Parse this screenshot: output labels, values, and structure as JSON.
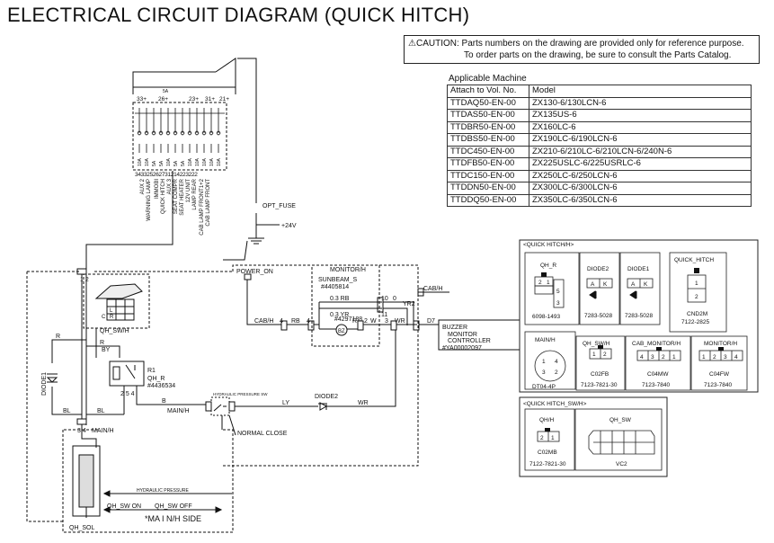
{
  "title": "ELECTRICAL CIRCUIT DIAGRAM (QUICK HITCH)",
  "caution": {
    "line1": "CAUTION: Parts numbers on the drawing are provided only for reference purpose.",
    "line2": "To order parts on the drawing, be sure to consult the Parts Catalog."
  },
  "applicable": {
    "title": "Applicable Machine",
    "headers": [
      "Attach to Vol. No.",
      "Model"
    ],
    "rows": [
      [
        "TTDAQ50-EN-00",
        "ZX130-6/130LCN-6"
      ],
      [
        "TTDAS50-EN-00",
        "ZX135US-6"
      ],
      [
        "TTDBR50-EN-00",
        "ZX160LC-6"
      ],
      [
        "TTDBS50-EN-00",
        "ZX190LC-6/190LCN-6"
      ],
      [
        "TTDC450-EN-00",
        "ZX210-6/210LC-6/210LCN-6/240N-6"
      ],
      [
        "TTDFB50-EN-00",
        "ZX225USLC-6/225USRLC-6"
      ],
      [
        "TTDC150-EN-00",
        "ZX250LC-6/250LCN-6"
      ],
      [
        "TTDDN50-EN-00",
        "ZX300LC-6/300LCN-6"
      ],
      [
        "TTDDQ50-EN-00",
        "ZX350LC-6/350LCN-6"
      ]
    ]
  },
  "fuse_box": {
    "top_numbers": [
      "33+",
      "26+",
      "23+",
      "31+",
      "21+"
    ],
    "amp_label": "5A",
    "ratings": [
      "10A",
      "10A",
      "5A",
      "5A",
      "10A",
      "5A",
      "5A",
      "10A",
      "10A",
      "10A",
      "10A",
      "10A"
    ],
    "pin_numbers": "343325262731214223222",
    "labels": [
      "AUX 2",
      "WARNING LAMP",
      "IMMOBI",
      "QUICK HITCH",
      "AUX 3",
      "SEAT COMPR",
      "SEAT HEATER",
      "12V UNIT",
      "LAMP REAR",
      "CAB LAMP FRONT1+2",
      "CAB LAMP FRONT"
    ]
  },
  "circuit": {
    "opt_fuse": "OPT_FUSE",
    "v24": "+24V",
    "power_on": "POWER_ON",
    "cab_h": "CAB/H",
    "cab_h_right": "CAB/H",
    "monitor_title": "MONITOR/H",
    "sunbeam": "SUNBEAM_S",
    "sunbeam_pn": "#4405814",
    "wire_rb": "0.3  RB",
    "wire_yr": "0.3  YR",
    "pin10": "10",
    "pin0": "0",
    "pin11": "11",
    "relay_pn": "#4297188",
    "bz": "BZ",
    "yr2": "YR2",
    "rb_left": "RB",
    "pin_4a": "4",
    "pin_4b": "4",
    "pin_r": "R",
    "pin_2": "2",
    "w_label": "W",
    "pin_3": "3",
    "wr_label": "WR",
    "d7_label": "D7",
    "buzzer": "BUZZER",
    "monitor_controller": "MONITOR\nCONTROLLER",
    "monitor_controller_pn": "#YA00002097",
    "pins_12": "1 2",
    "qh_sw_h": "QH_SW/H",
    "r_label1": "R",
    "r_label2": "R",
    "by_label": "BY",
    "diode1": "DIODE1",
    "r1": "R1",
    "qh_r": "QH_R",
    "qh_r_pn": "#4436534",
    "relay_pins": "2 5 4",
    "b_label": "B",
    "main_h": "MAIN/H",
    "main_h2": "MAIN/H",
    "bl1": "BL",
    "bl2": "BL",
    "pins_34": "3 4",
    "pressure_sw": "HYDRAULIC PRESSURE SW",
    "ly": "LY",
    "diode2": "DIODE2",
    "wr2": "WR",
    "normal_close": "NORMAL CLOSE",
    "hyd_pressure": "HYDRAULIC PRESSURE",
    "qh_sw_on": "QH_SW ON",
    "qh_sw_off": "QH_SW OFF",
    "main_h_side": "*MA I N/H SIDE",
    "qh_sol": "QH_SOL",
    "switch_grid": [
      "L",
      "R",
      "C"
    ]
  },
  "connectors": {
    "section1_title": "<QUICK HITCH/H>",
    "qh_r_title": "QH_R",
    "qh_r_pins": [
      "2",
      "1",
      "5",
      "3"
    ],
    "qh_r_pn": "6098-1493",
    "diode2_title": "DIODE2",
    "diode2_pins": [
      "A",
      "K"
    ],
    "diode2_pn": "7283-5028",
    "diode1_title": "DIODE1",
    "diode1_pins": [
      "A",
      "K"
    ],
    "diode1_pn": "7283-5028",
    "quick_hitch_title": "QUICK_HITCH",
    "quick_hitch_pins": [
      "1",
      "2"
    ],
    "quick_hitch_code": "CND2M",
    "quick_hitch_pn": "7122-2825",
    "main_h_title": "MAIN/H",
    "main_h_pins": [
      "1",
      "4",
      "3",
      "2"
    ],
    "main_h_code": "DT04-4P",
    "qh_sw_h_title": "QH_SW/H",
    "qh_sw_h_pins": [
      "1",
      "2"
    ],
    "qh_sw_h_code": "C02FB",
    "qh_sw_h_pn": "7123-7821-30",
    "cab_mon_title": "CAB_MONITOR/H",
    "cab_mon_pins": [
      "4",
      "3",
      "2",
      "1"
    ],
    "cab_mon_code": "C04MW",
    "cab_mon_pn": "7123-7840",
    "mon_h_title": "MONITOR/H",
    "mon_h_pins": [
      "1",
      "2",
      "3",
      "4"
    ],
    "mon_h_code": "C04FW",
    "mon_h_pn": "7123-7840",
    "section2_title": "<QUICK HITCH_SW/H>",
    "qh_h_title": "QH/H",
    "qh_h_pins": [
      "2",
      "1"
    ],
    "qh_h_code": "C02MB",
    "qh_h_pn": "7122-7821-30",
    "qh_sw_title": "QH_SW",
    "qh_sw_code": "VC2"
  }
}
